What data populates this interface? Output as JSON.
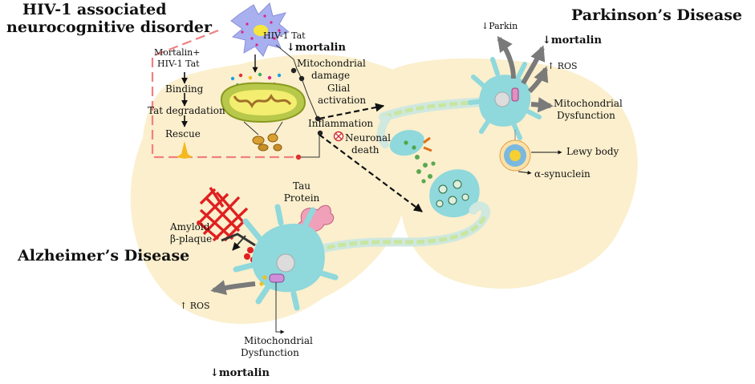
{
  "titles": {
    "hand_line1": "HIV-1 associated",
    "hand_line2": "neurocognitive disorder",
    "pd": "Parkinson’s Disease",
    "ad": "Alzheimer’s Disease"
  },
  "hand": {
    "tat_label": "HIV-1 Tat",
    "mortalin": "↓mortalin",
    "rescue_steps": [
      "Mortalin+",
      "HIV-1 Tat",
      "Binding",
      "Tat degradation",
      "Rescue"
    ],
    "effects": {
      "mito_line1": "Mitochondrial",
      "mito_line2": "damage",
      "glial_line1": "Glial",
      "glial_line2": "activation",
      "inflammation": "Inflammation",
      "death_line1": "Neuronal",
      "death_line2": "death"
    }
  },
  "pd": {
    "parkin": "↓Parkin",
    "mortalin": "↓mortalin",
    "ros": "↑ ROS",
    "mito_line1": "Mitochondrial",
    "mito_line2": "Dysfunction",
    "lewy": "Lewy body",
    "synuclein": "α-synuclein"
  },
  "ad": {
    "tau_line1": "Tau",
    "tau_line2": "Protein",
    "amyloid_line1": "Amyloid",
    "amyloid_line2": "β-plaque",
    "ros": "↑ ROS",
    "mito_line1": "Mitochondrial",
    "mito_line2": "Dysfunction",
    "mortalin": "↓mortalin"
  },
  "colors": {
    "brain": "#fbefcd",
    "neuron": "#8fd8dc",
    "rescue_line": "#f08080",
    "arrow_gray": "#7a7a7a",
    "amyloid": "#e02020",
    "tau": "#f0a0b8"
  }
}
